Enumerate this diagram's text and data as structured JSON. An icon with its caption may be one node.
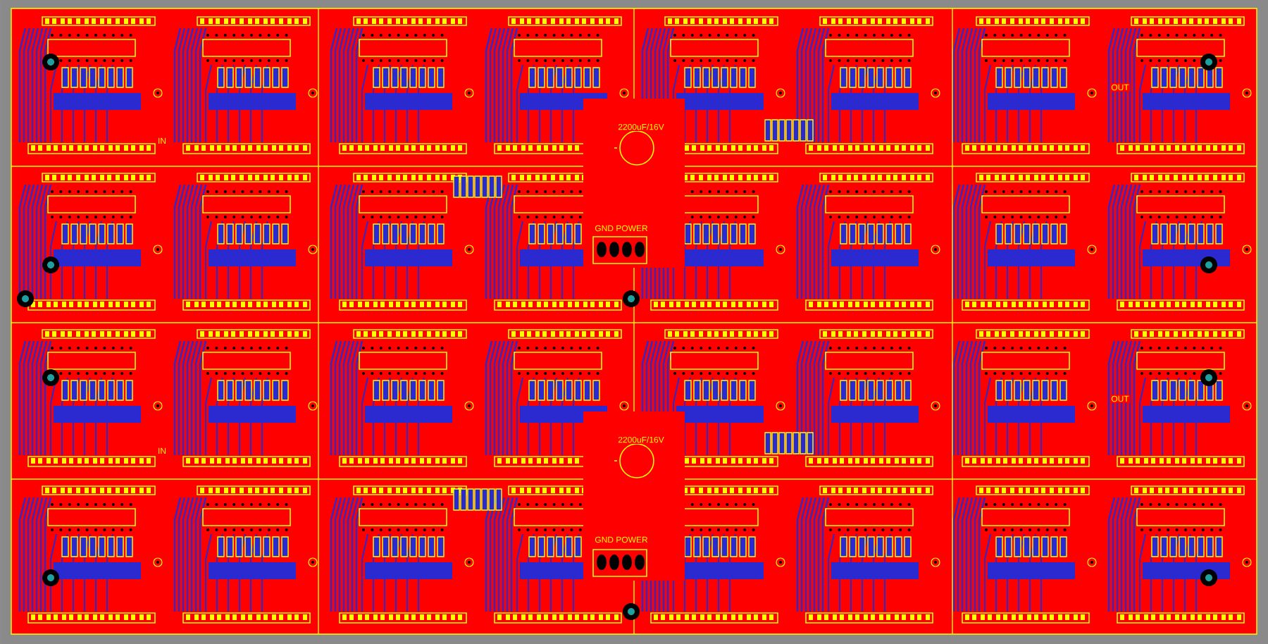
{
  "diagram": {
    "labels": [
      "OUT",
      "2200uF/16V",
      "IN",
      "GND POWER",
      "OUT",
      "2200uF/16V",
      "IN",
      "GND POWER"
    ]
  }
}
